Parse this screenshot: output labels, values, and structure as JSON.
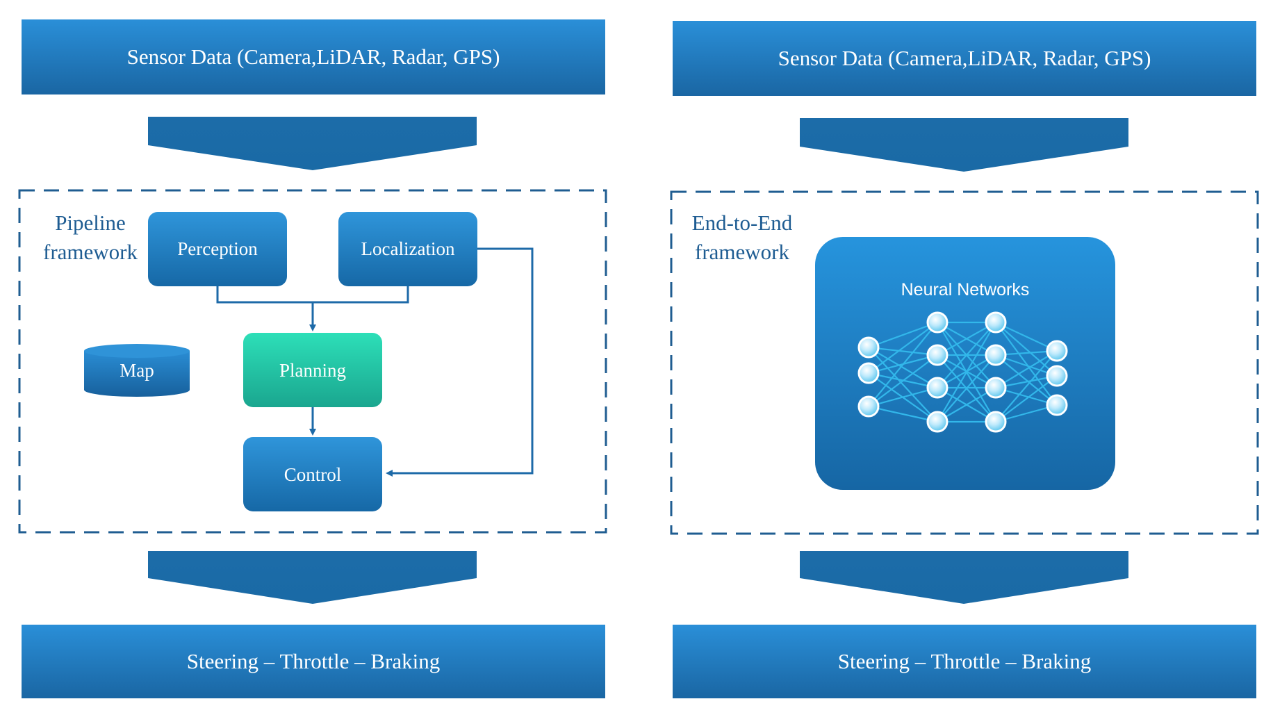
{
  "colors": {
    "box_top": "#2f95da",
    "box_bottom": "#1668a6",
    "planning_top": "#2ddfb8",
    "planning_bottom": "#1aa68f",
    "arrow": "#1a6aa8",
    "line": "#1d6aa8",
    "dash": "#1f5d91",
    "node_fill": "#d9f3ff",
    "node_core": "#5cc8ef",
    "edge": "#32b7ea"
  },
  "left": {
    "input_label": "Sensor Data (Camera,LiDAR, Radar, GPS)",
    "framework_label_line1": "Pipeline",
    "framework_label_line2": "framework",
    "modules": {
      "perception": "Perception",
      "localization": "Localization",
      "map": "Map",
      "planning": "Planning",
      "control": "Control"
    },
    "output_label": "Steering – Throttle – Braking"
  },
  "right": {
    "input_label": "Sensor Data (Camera,LiDAR, Radar, GPS)",
    "framework_label_line1": "End-to-End",
    "framework_label_line2": "framework",
    "network_label": "Neural Networks",
    "network_layers": [
      3,
      4,
      4,
      3
    ],
    "output_label": "Steering – Throttle – Braking"
  }
}
